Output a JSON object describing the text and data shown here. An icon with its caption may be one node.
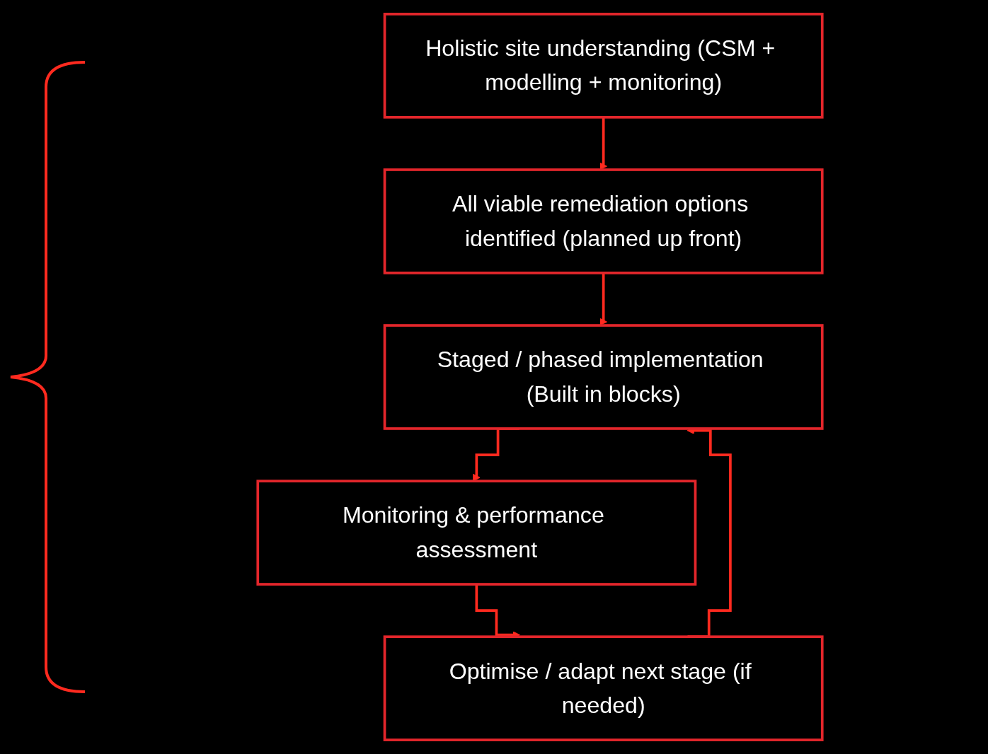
{
  "diagram": {
    "nodes": [
      {
        "text": [
          "Holistic site understanding (CSM + modelling + monitoring)"
        ]
      },
      {
        "text": [
          "All viable remediation options identified (planned up front)"
        ]
      },
      {
        "text": [
          "Staged / phased implementation (Built in blocks)"
        ]
      },
      {
        "text": [
          "Monitoring & performance assessment"
        ]
      },
      {
        "text": [
          "Optimise / adapt next stage (if needed)"
        ]
      }
    ],
    "edges": [
      {
        "from": 0,
        "to": 1,
        "arrow": "to"
      },
      {
        "from": 1,
        "to": 2,
        "arrow": "to"
      },
      {
        "from": 2,
        "to": 3,
        "arrow": "to"
      },
      {
        "from": 3,
        "to": 4,
        "arrow": "to"
      },
      {
        "from": 4,
        "to": 2,
        "arrow": "to"
      }
    ]
  }
}
